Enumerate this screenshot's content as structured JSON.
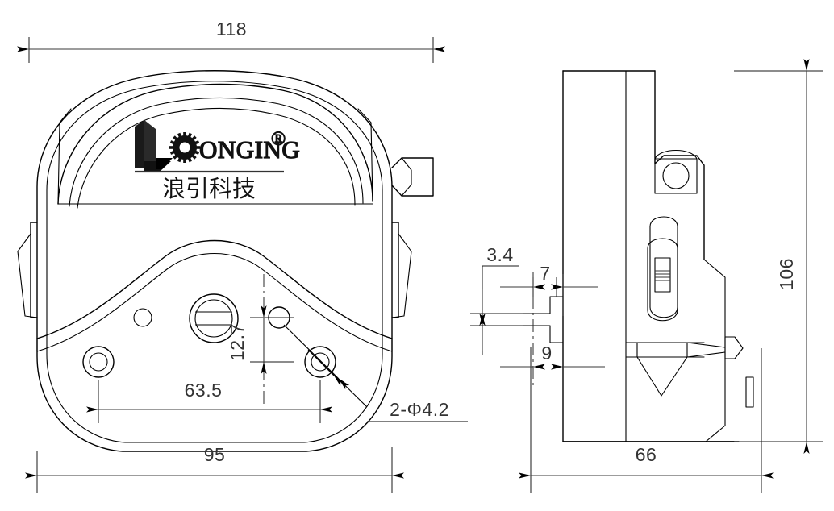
{
  "drawing": {
    "title": "Peristaltic pump head dimensional drawing",
    "background_color": "#ffffff",
    "line_color": "#000000",
    "dim_text_color": "#333333"
  },
  "brand": {
    "wordmark": "ONGING",
    "wordmark_lead": "L",
    "registered_mark": "®",
    "chinese_name": "浪引科技"
  },
  "front_view": {
    "name": "front-view",
    "dimensions": {
      "overall_width": "118",
      "body_width": "95",
      "hole_spacing_horizontal": "63.5",
      "hole_spacing_vertical": "12.7",
      "hole_callout": "2-Φ4.2"
    }
  },
  "side_view": {
    "name": "side-view",
    "dimensions": {
      "overall_height": "106",
      "body_depth": "66",
      "tab_thickness": "3.4",
      "tab_offset_upper": "7",
      "tab_offset_lower": "9"
    }
  },
  "dim_labels": [
    {
      "id": "d-118",
      "value": "118",
      "orientation": "horizontal"
    },
    {
      "id": "d-95",
      "value": "95",
      "orientation": "horizontal"
    },
    {
      "id": "d-63p5",
      "value": "63.5",
      "orientation": "horizontal"
    },
    {
      "id": "d-12p7",
      "value": "12.7",
      "orientation": "vertical"
    },
    {
      "id": "d-hole",
      "value": "2-Φ4.2",
      "orientation": "leader"
    },
    {
      "id": "d-106",
      "value": "106",
      "orientation": "vertical"
    },
    {
      "id": "d-66",
      "value": "66",
      "orientation": "horizontal"
    },
    {
      "id": "d-3p4",
      "value": "3.4",
      "orientation": "vertical"
    },
    {
      "id": "d-7",
      "value": "7",
      "orientation": "horizontal"
    },
    {
      "id": "d-9",
      "value": "9",
      "orientation": "horizontal"
    }
  ]
}
